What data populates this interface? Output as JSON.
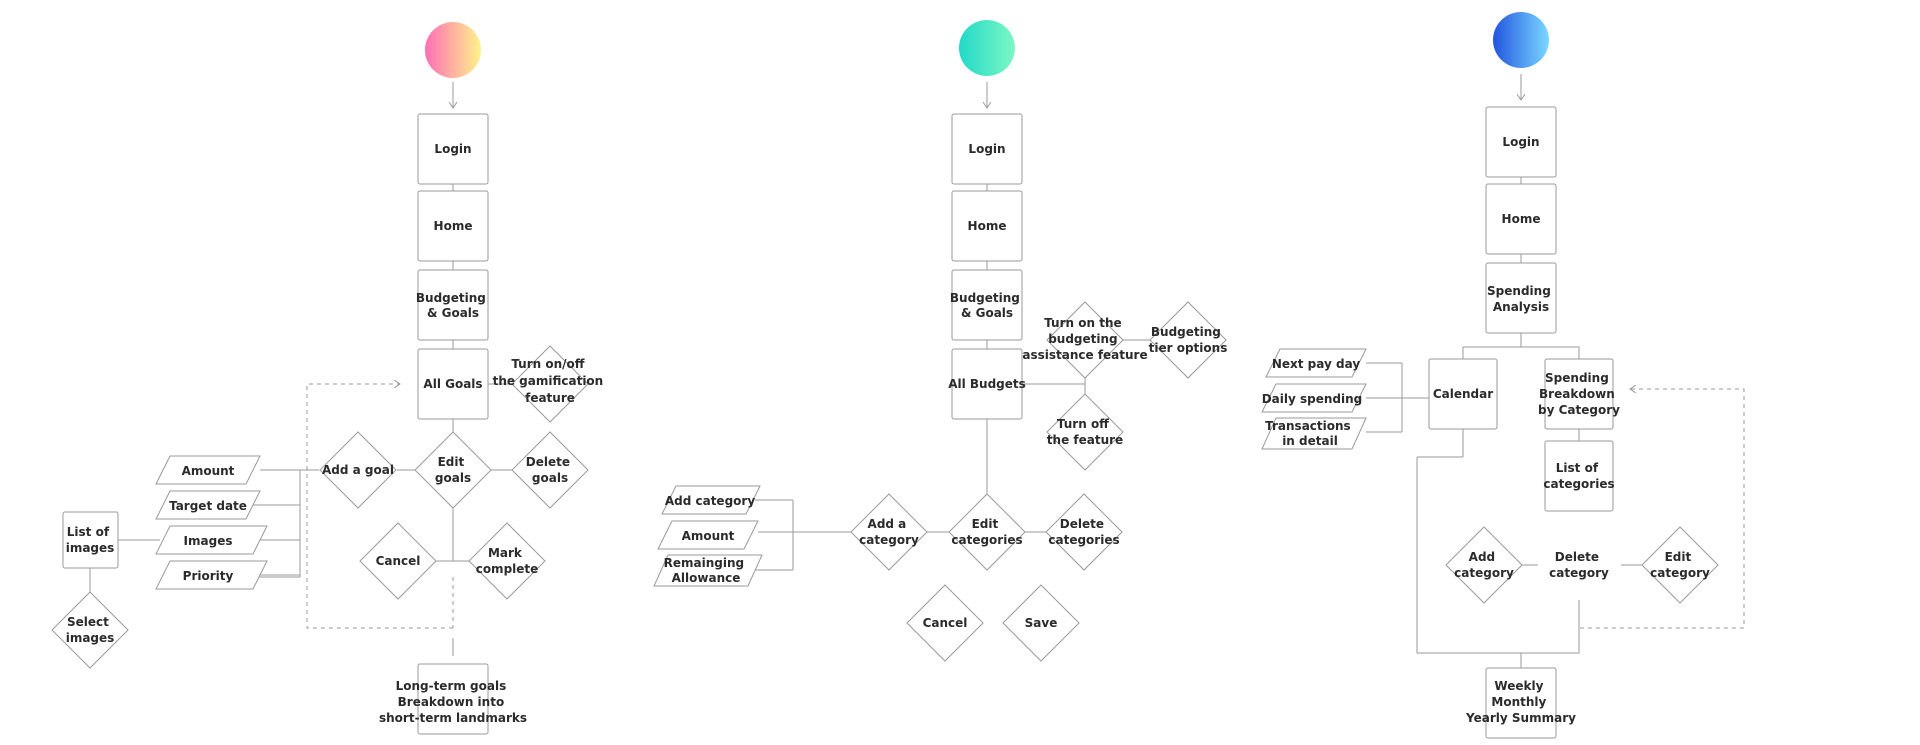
{
  "colors": {
    "flow1_start": [
      "#ff6fb5",
      "#fff38a"
    ],
    "flow2_start": [
      "#22d9c8",
      "#7cf7c5"
    ],
    "flow3_start": [
      "#2255e0",
      "#7ad8ff"
    ],
    "stroke": "#9a9a9a",
    "text": "#2b2b2b"
  },
  "flow1": {
    "login": "Login",
    "home": "Home",
    "budgeting_goals": [
      "Budgeting",
      "& Goals"
    ],
    "all_goals": "All Goals",
    "gamification": [
      "Turn on/off",
      "the gamification",
      "feature"
    ],
    "add_goal": "Add a goal",
    "edit_goals": [
      "Edit",
      "goals"
    ],
    "delete_goals": [
      "Delete",
      "goals"
    ],
    "amount": "Amount",
    "target_date": "Target date",
    "images": "Images",
    "priority": "Priority",
    "list_of_images": [
      "List of",
      "images"
    ],
    "select_images": [
      "Select",
      "images"
    ],
    "cancel": "Cancel",
    "mark_complete": [
      "Mark",
      "complete"
    ],
    "long_term": [
      "Long-term goals",
      "Breakdown into",
      "short-term landmarks"
    ]
  },
  "flow2": {
    "login": "Login",
    "home": "Home",
    "budgeting_goals": [
      "Budgeting",
      "& Goals"
    ],
    "all_budgets": "All Budgets",
    "turn_on": [
      "Turn on the",
      "budgeting",
      "assistance feature"
    ],
    "tier_options": [
      "Budgeting",
      "tier options"
    ],
    "turn_off": [
      "Turn off",
      "the feature"
    ],
    "add_category": "Add category",
    "amount": "Amount",
    "remaining": [
      "Remainging",
      "Allowance"
    ],
    "add_a_category": [
      "Add a",
      "category"
    ],
    "edit_categories": [
      "Edit",
      "categories"
    ],
    "delete_categories": [
      "Delete",
      "categories"
    ],
    "cancel": "Cancel",
    "save": "Save"
  },
  "flow3": {
    "login": "Login",
    "home": "Home",
    "spending_analysis": [
      "Spending",
      "Analysis"
    ],
    "next_pay_day": "Next pay day",
    "daily_spending": "Daily spending",
    "transactions": [
      "Transactions",
      "in detail"
    ],
    "calendar": "Calendar",
    "breakdown": [
      "Spending",
      "Breakdown",
      "by Category"
    ],
    "list_of_categories": [
      "List of",
      "categories"
    ],
    "add_category": [
      "Add",
      "category"
    ],
    "delete_category": [
      "Delete",
      "category"
    ],
    "edit_category": [
      "Edit",
      "category"
    ],
    "summary": [
      "Weekly",
      "Monthly",
      "Yearly Summary"
    ]
  }
}
